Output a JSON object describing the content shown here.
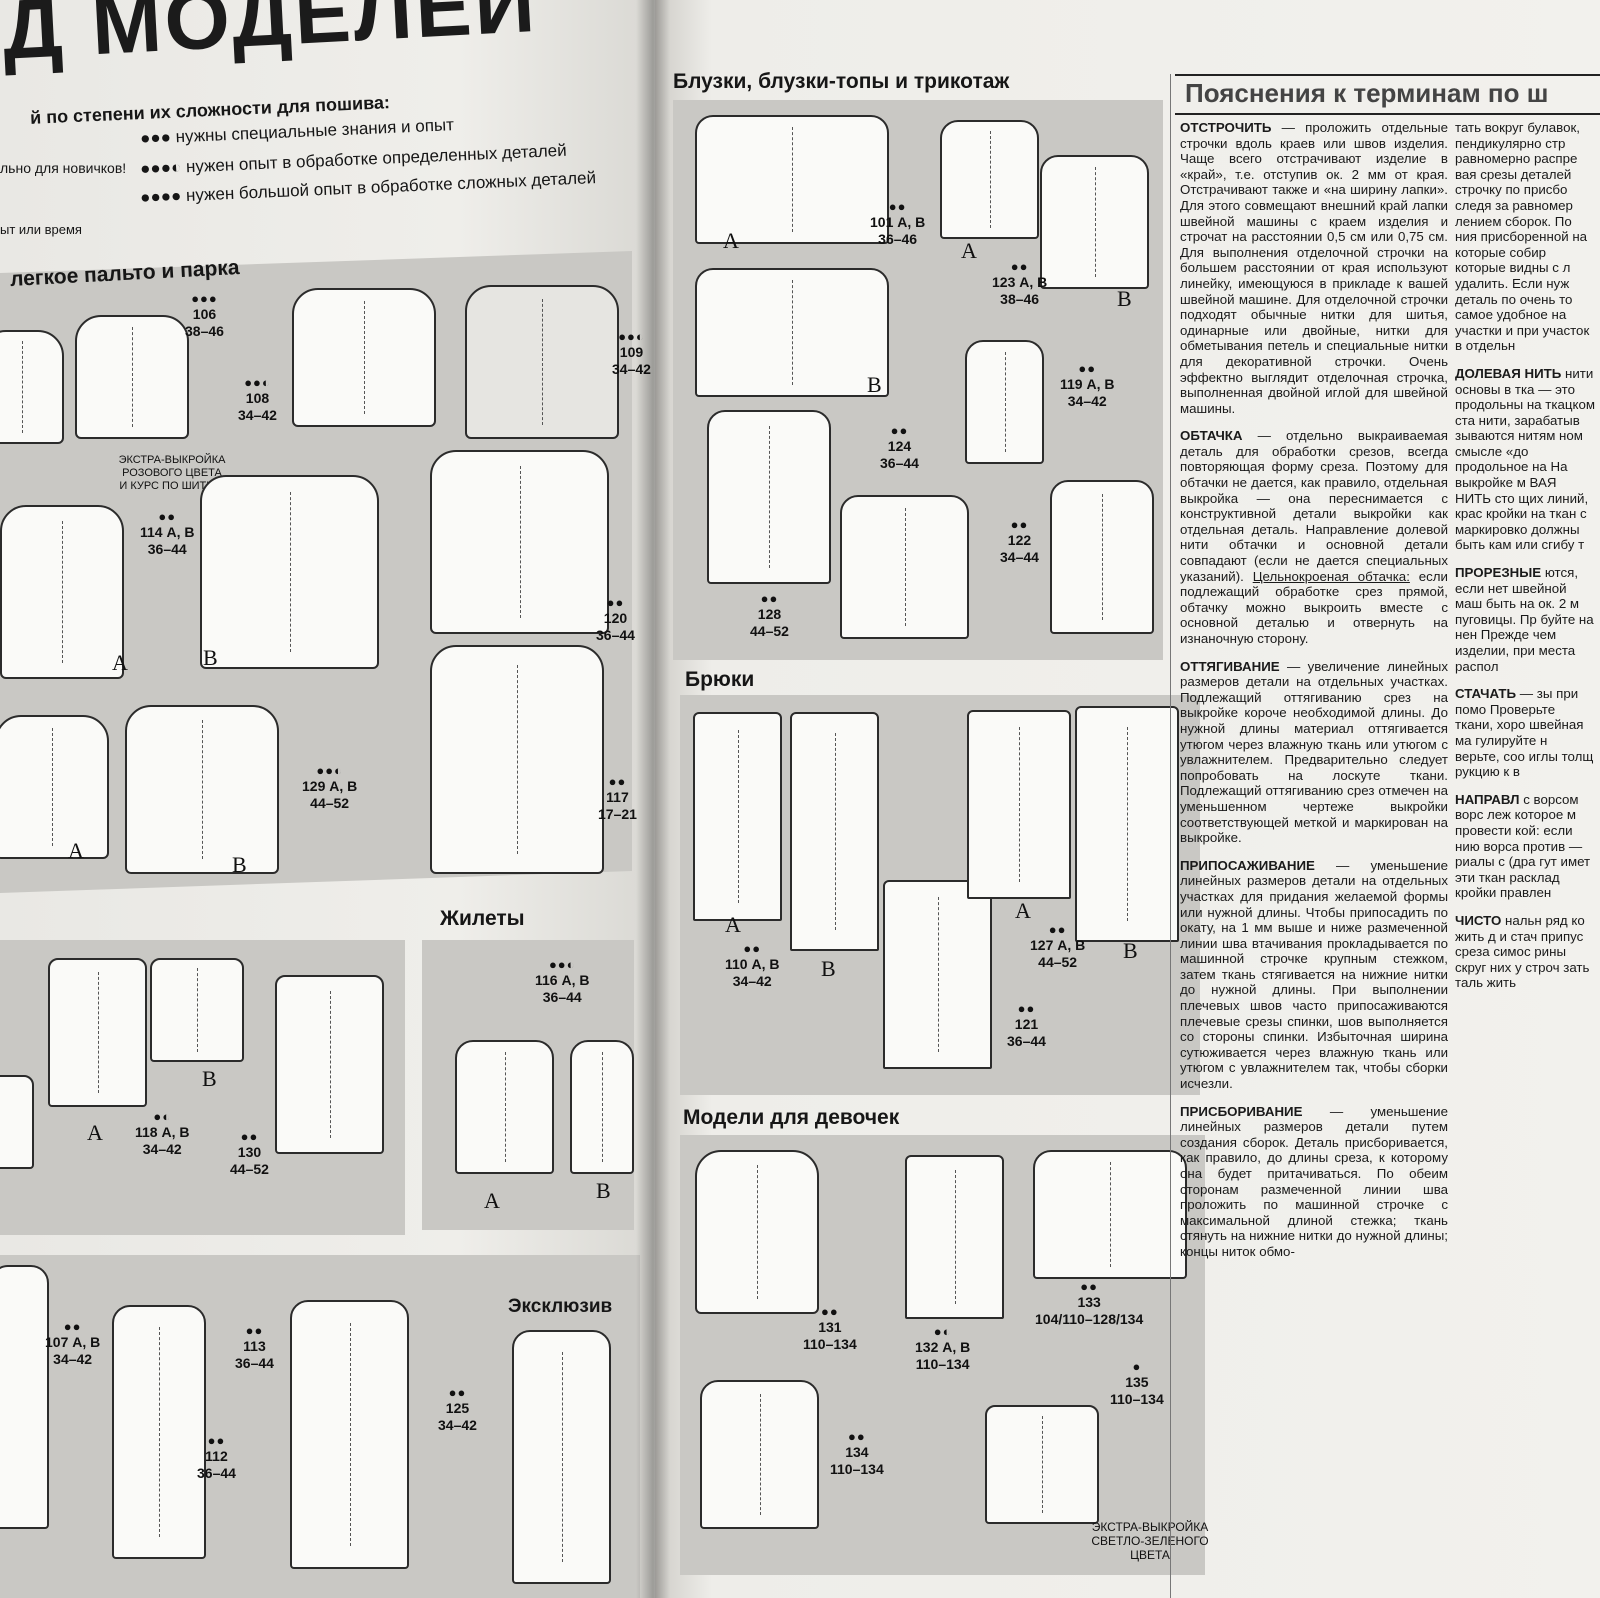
{
  "left_page": {
    "title": "Д МОДЕЛЕЙ",
    "difficulty_intro": "й по степени их сложности для пошива:",
    "legend": [
      {
        "dots": "●●●",
        "text": "нужны специальные знания и опыт"
      },
      {
        "dots": "●●●◐",
        "text": "нужен опыт в обработке определенных деталей"
      },
      {
        "dots": "●●●●",
        "text": "нужен большой опыт в обработке сложных деталей"
      }
    ],
    "left_fragments": [
      "льно для новичков!",
      "ыт или время"
    ],
    "section_coats": "легкое пальто и парка",
    "section_vests": "Жилеты",
    "section_exclusive": "Эксклюзив",
    "extra_pattern_note": "ЭКСТРА-ВЫКРОЙКА РОЗОВОГО ЦВЕТА И КУРС ПО ШИТЬЮ",
    "models": [
      {
        "dots": "●●●",
        "number": "106",
        "sizes": "38–46"
      },
      {
        "dots": "●●◐",
        "number": "108",
        "sizes": "34–42"
      },
      {
        "dots": "●●◐",
        "number": "109",
        "sizes": "34–42"
      },
      {
        "dots": "●●",
        "number": "114 А, В",
        "sizes": "36–44"
      },
      {
        "dots": "●●",
        "number": "120",
        "sizes": "36–44"
      },
      {
        "dots": "●●◐",
        "number": "129 А, В",
        "sizes": "44–52"
      },
      {
        "dots": "●●",
        "number": "117",
        "sizes": "17–21"
      },
      {
        "dots": "●●◐",
        "number": "116 А, В",
        "sizes": "36–44"
      },
      {
        "dots": "●◐",
        "number": "118 А, В",
        "sizes": "34–42"
      },
      {
        "dots": "●●",
        "number": "130",
        "sizes": "44–52"
      },
      {
        "dots": "●●",
        "number": "107 А, В",
        "sizes": "34–42"
      },
      {
        "dots": "●●",
        "number": "113",
        "sizes": "36–44"
      },
      {
        "dots": "●●",
        "number": "112",
        "sizes": "36–44"
      },
      {
        "dots": "●●",
        "number": "125",
        "sizes": "34–42"
      }
    ]
  },
  "right_page": {
    "section_blouses": "Блузки, блузки-топы и трикотаж",
    "section_trousers": "Брюки",
    "section_girls": "Модели для девочек",
    "terms_header": "Пояснения к терминам по ш",
    "extra_pattern_note": "ЭКСТРА-ВЫКРОЙКА СВЕТЛО-ЗЕЛЕНОГО ЦВЕТА",
    "models": [
      {
        "dots": "●●",
        "number": "101 А, В",
        "sizes": "36–46"
      },
      {
        "dots": "●●",
        "number": "123 А, В",
        "sizes": "38–46"
      },
      {
        "dots": "●●",
        "number": "119 А, В",
        "sizes": "34–42"
      },
      {
        "dots": "●●",
        "number": "124",
        "sizes": "36–44"
      },
      {
        "dots": "●●",
        "number": "122",
        "sizes": "34–44"
      },
      {
        "dots": "●●",
        "number": "128",
        "sizes": "44–52"
      },
      {
        "dots": "●●",
        "number": "110 А, В",
        "sizes": "34–42"
      },
      {
        "dots": "●●",
        "number": "127 А, В",
        "sizes": "44–52"
      },
      {
        "dots": "●●",
        "number": "121",
        "sizes": "36–44"
      },
      {
        "dots": "●●",
        "number": "131",
        "sizes": "110–134"
      },
      {
        "dots": "●◐",
        "number": "132 А, В",
        "sizes": "110–134"
      },
      {
        "dots": "●●",
        "number": "133",
        "sizes": "104/110–128/134"
      },
      {
        "dots": "●●",
        "number": "134",
        "sizes": "110–134"
      },
      {
        "dots": "●",
        "number": "135",
        "sizes": "110–134"
      }
    ],
    "glossary": [
      {
        "term": "ОТСТРОЧИТЬ",
        "text": " — проложить отдельные строчки вдоль краев или швов изделия. Чаще всего отстрачивают изделие в «край», т.е. отступив ок. 2 мм от края. Отстрачивают также и «на ширину лапки». Для этого совмещают внешний край лапки швейной машины с краем изделия и строчат на расстоянии 0,5 см или 0,75 см. Для выполнения отделочной строчки на большем расстоянии от края используют линейку, имеющуюся в прикладе к вашей швейной машине. Для отделочной строчки подходят обычные нитки для шитья, одинарные или двойные, нитки для обметывания петель и специальные нитки для декоративной строчки. Очень эффектно выглядит отделочная строчка, выполненная двойной иглой для швейной машины."
      },
      {
        "term": "ОБТАЧКА",
        "text": " — отдельно выкраиваемая деталь для обработки срезов, всегда повторяющая форму среза. Поэтому для обтачки не дается, как правило, отдельная выкройка — она переснимается с конструктивной детали выкройки как отдельная деталь. Направление долевой нити обтачки и основной детали совпадают (если не дается специальных указаний). ",
        "underlined": "Цельнокроеная обтачка:",
        "text2": " если подлежащий обработке срез прямой, обтачку можно выкроить вместе с основной деталью и отвернуть на изнаночную сторону."
      },
      {
        "term": "ОТТЯГИВАНИЕ",
        "text": " — увеличение линейных размеров детали на отдельных участках. Подлежащий оттягиванию срез на выкройке короче необходимой длины. До нужной длины материал оттягивается утюгом через влажную ткань или утюгом с увлажнителем. Предварительно следует попробовать на лоскуте ткани. Подлежащий оттягиванию срез отмечен на уменьшенном чертеже выкройки соответствующей меткой и маркирован на выкройке."
      },
      {
        "term": "ПРИПОСАЖИВАНИЕ",
        "text": " — уменьшение линейных размеров детали на отдельных участках для придания желаемой формы или нужной длины. Чтобы припосадить по окату, на 1 мм выше и ниже размеченной линии шва втачивания прокладывается по машинной строчке крупным стежком, затем ткань стягивается на нижние нитки до нужной длины. При выполнении плечевых швов часто припосаживаются плечевые срезы спинки, шов выполняется со стороны спинки. Избыточная ширина сутюживается через влажную ткань или утюгом с увлажнителем так, чтобы сборки исчезли."
      },
      {
        "term": "ПРИСБОРИВАНИЕ",
        "text": " — уменьшение линейных размеров детали путем создания сборок. Деталь присборивается, как правило, до длины среза, к которому она будет притачиваться. По обеим сторонам размеченной линии шва проложить по машинной строчке с максимальной длиной стежка; ткань стянуть на нижние нитки до нужной длины; концы ниток обмо-"
      }
    ],
    "glossary_cut": [
      {
        "text": "тать вокруг булавок, пендикулярно стр равномерно распре вая срезы деталей строчку по присбо следя за равномер лением сборок. По ния присборенной на которые собир которые видны с л удалить. Если нуж деталь по очень то самое удобное на участки и при участок в отдельн"
      },
      {
        "term": "ДОЛЕВАЯ НИТЬ",
        "text": " нити основы в тка — это продольны на ткацком ста нити, зарабатыв зываются нитям ном смысле «до продольное на На выкройке м ВАЯ НИТЬ сто щих линий, крас кройки на ткан с маркировко должны быть кам или сгибу т"
      },
      {
        "term": "ПРОРЕЗНЫЕ",
        "text": " ются, если нет швейной маш быть на ок. 2 м пуговицы. Пр буйте на нен Прежде чем изделии, при места распол"
      },
      {
        "term": "СТАЧАТЬ",
        "text": " — зы при помо Проверьте ткани, хоро швейная ма гулируйте н верьте, соо иглы толщ рукцию к в"
      },
      {
        "term": "НАПРАВЛ",
        "text": " с ворсом ворс леж которое м провести кой: если нию ворса против — риалы с (дра гут имет эти ткан расклад кройки правлен"
      },
      {
        "term": "ЧИСТО",
        "text": " нальн ряд ко жить д и стач припус среза симос рины скруг них у строч зать таль жить"
      }
    ]
  }
}
